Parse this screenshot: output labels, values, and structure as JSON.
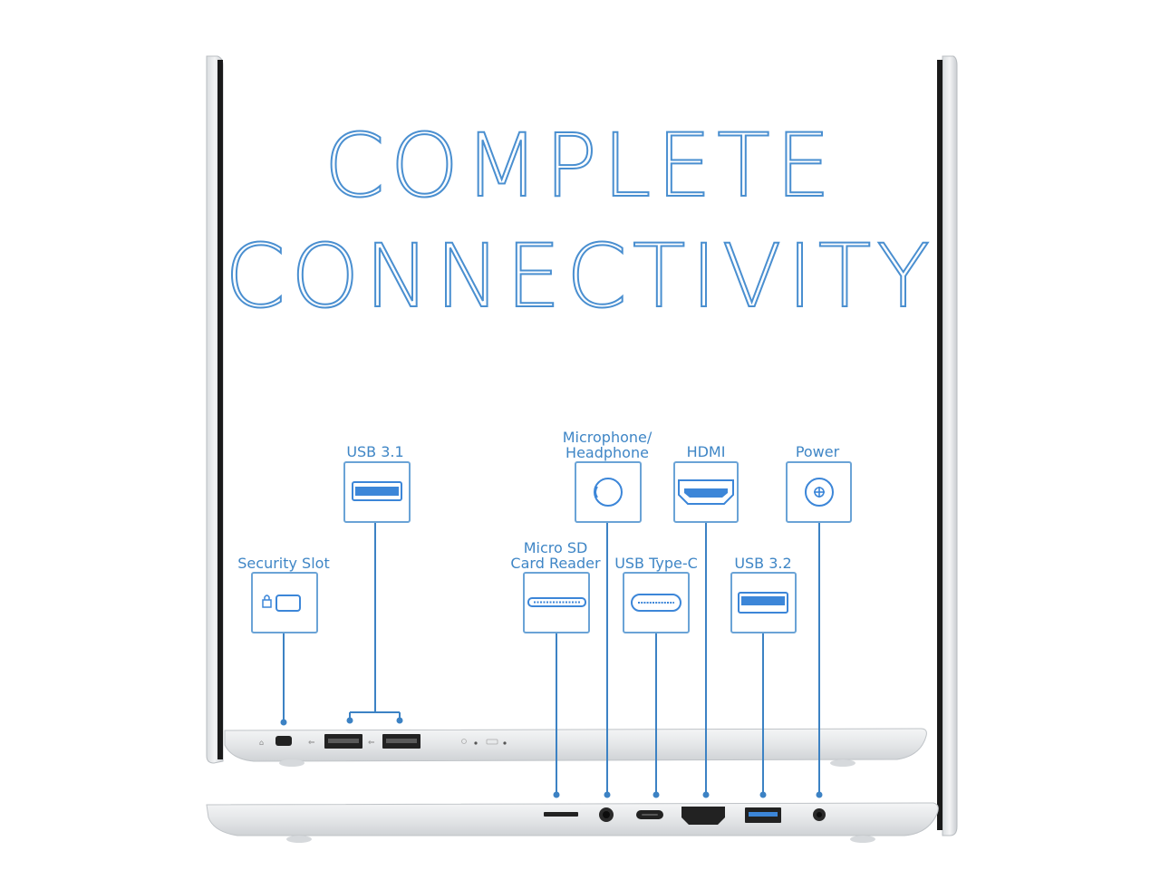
{
  "title": {
    "line1": "COMPLETE",
    "line2": "CONNECTIVITY"
  },
  "ports": {
    "usb31": "USB 3.1",
    "security_slot": "Security Slot",
    "microphone_headphone_1": "Microphone/",
    "microphone_headphone_2": "Headphone",
    "hdmi": "HDMI",
    "power": "Power",
    "micro_sd_1": "Micro SD",
    "micro_sd_2": "Card Reader",
    "usb_type_c": "USB Type-C",
    "usb32": "USB 3.2"
  },
  "colors": {
    "accent": "#4a8fd0",
    "line": "#3c82c4",
    "laptop_silver": "#e6e8ea",
    "laptop_bezel": "#1c1c1c",
    "port_black": "#222222",
    "port_blue": "#3c86d8"
  },
  "icons": [
    "lock-icon",
    "usb-a-icon",
    "audio-jack-icon",
    "hdmi-icon",
    "power-dc-icon",
    "micro-sd-icon",
    "usb-c-icon"
  ]
}
